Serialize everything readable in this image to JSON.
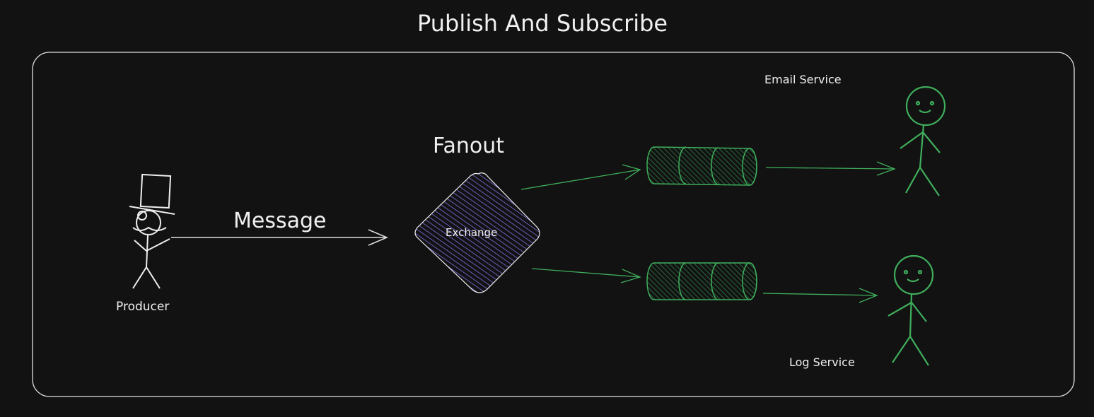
{
  "title": "Publish And Subscribe",
  "producer": {
    "label": "Producer"
  },
  "message": {
    "label": "Message"
  },
  "exchange": {
    "heading": "Fanout",
    "label": "Exchange"
  },
  "consumers": [
    {
      "label": "Email Service"
    },
    {
      "label": "Log Service"
    }
  ],
  "colors": {
    "background": "#121212",
    "stroke": "#e8e8e8",
    "exchange": "#7c6fe6",
    "queue": "#3fae5c"
  }
}
